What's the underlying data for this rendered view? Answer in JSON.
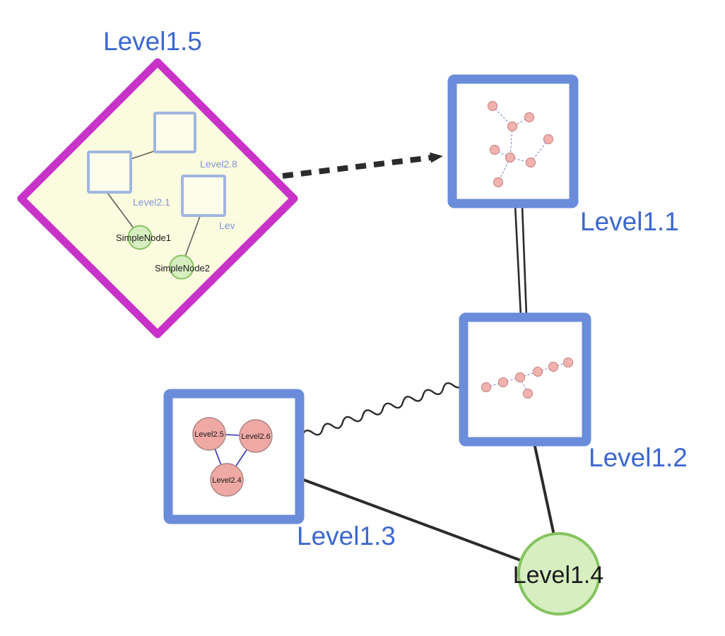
{
  "diagram": {
    "labels": {
      "level1_5": "Level1.5",
      "level1_1": "Level1.1",
      "level1_2": "Level1.2",
      "level1_3": "Level1.3",
      "level1_4": "Level1.4",
      "level2_8": "Level2.8",
      "level2_1": "Level2.1",
      "level2_truncated": "Lev",
      "simple_node1": "SimpleNode1",
      "simple_node2": "SimpleNode2",
      "level2_5": "Level2.5",
      "level2_6": "Level2.6",
      "level2_4": "Level2.4"
    },
    "colors": {
      "label_blue": "#3c68cf",
      "inner_label_blue": "#8195d5",
      "diamond_border": "#c932c9",
      "diamond_fill": "#fbfbdf",
      "group_border": "#6b8cda",
      "group_fill": "#ffffff",
      "inner_group_border": "#9fb6de",
      "inner_group_fill": "#fdfdec",
      "green_fill": "#d6eec0",
      "green_border": "#86c35f",
      "pink_fill": "#f2b3ae",
      "pink_border": "#cc8888",
      "tri_pink_fill": "#efa9a4",
      "tri_pink_border": "#a98383",
      "mini_edge_blue": "#6f7fd4",
      "triangle_edge_blue": "#2d2dbb",
      "edge_dark": "#2b2b2b",
      "inner_edge_gray": "#5f5f5f",
      "node_text_dark": "#1a1a1a"
    },
    "graph": {
      "top_nodes": [
        {
          "id": "Level1.5",
          "shape": "diamond-group",
          "children": [
            "Level2.8",
            "Level2.1",
            "Lev",
            "SimpleNode1",
            "SimpleNode2"
          ]
        },
        {
          "id": "Level1.1",
          "shape": "square-group"
        },
        {
          "id": "Level1.2",
          "shape": "square-group"
        },
        {
          "id": "Level1.3",
          "shape": "square-group",
          "children": [
            "Level2.5",
            "Level2.6",
            "Level2.4"
          ]
        },
        {
          "id": "Level1.4",
          "shape": "circle"
        }
      ],
      "edges": [
        {
          "from": "Level1.5",
          "to": "Level1.1",
          "style": "dashed-arrow"
        },
        {
          "from": "Level1.1",
          "to": "Level1.2",
          "style": "double-line"
        },
        {
          "from": "Level1.3",
          "to": "Level1.2",
          "style": "wavy"
        },
        {
          "from": "Level1.3",
          "to": "Level1.4",
          "style": "solid"
        },
        {
          "from": "Level1.2",
          "to": "Level1.4",
          "style": "solid"
        }
      ]
    }
  }
}
